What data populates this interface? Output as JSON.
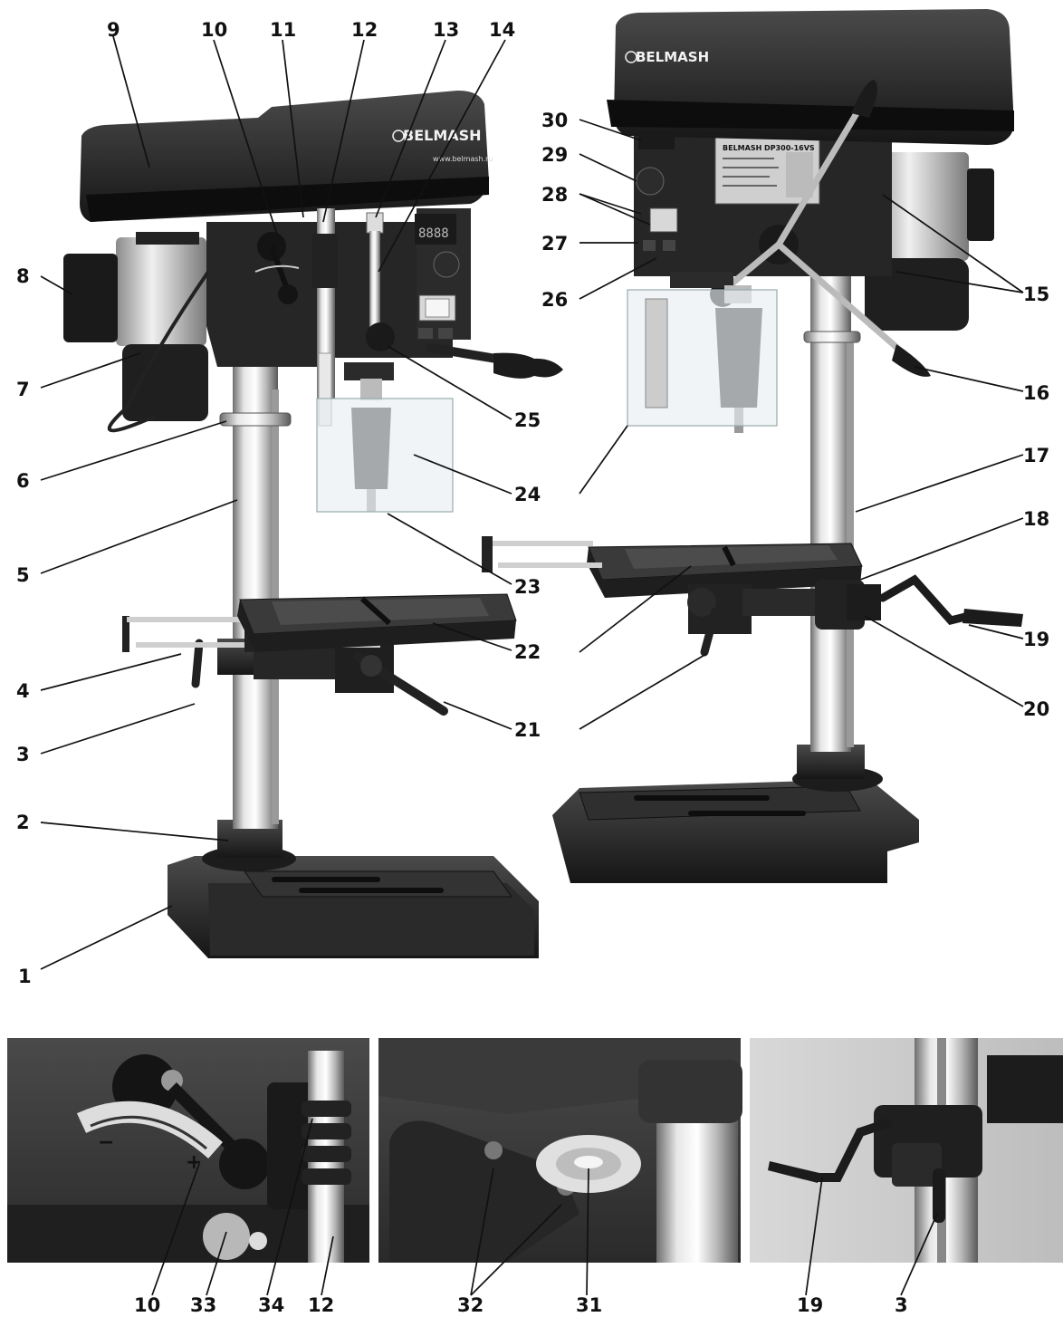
{
  "brand": "BELMASH",
  "brand_site": "www.belmash.ru",
  "plate_title": "BELMASH DP300-16VS",
  "panel": {
    "display_readout": "8888",
    "dial_minus": "−",
    "dial_plus": "+"
  },
  "callouts_main": [
    "1",
    "2",
    "3",
    "4",
    "5",
    "6",
    "7",
    "8",
    "9",
    "10",
    "11",
    "12",
    "13",
    "14",
    "15",
    "16",
    "17",
    "18",
    "19",
    "20",
    "21",
    "22",
    "23",
    "24",
    "25",
    "26",
    "27",
    "28",
    "29",
    "30"
  ],
  "callouts_detail": [
    "10",
    "33",
    "34",
    "12",
    "32",
    "31",
    "19",
    "3"
  ]
}
